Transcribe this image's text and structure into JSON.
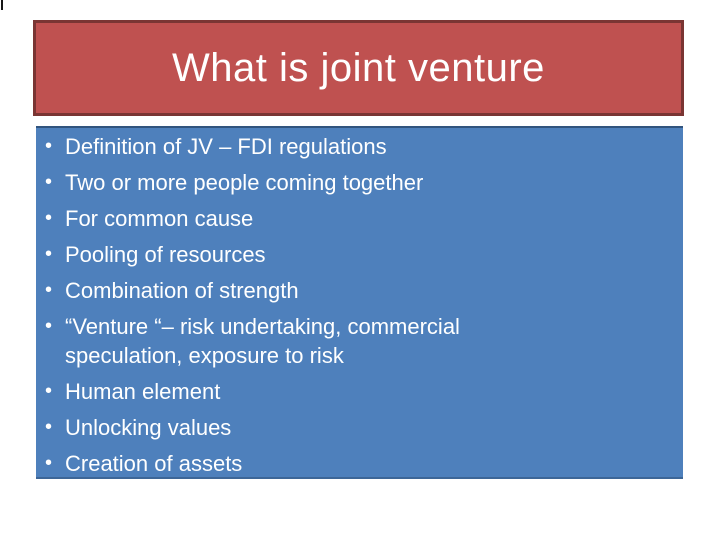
{
  "slide": {
    "title": "What is joint venture",
    "bullets": [
      "Definition of JV – FDI regulations",
      "Two or more people coming together",
      "For common cause",
      "Pooling of resources",
      "Combination of strength",
      "“Venture “– risk undertaking, commercial speculation, exposure to risk",
      "Human element",
      "Unlocking values",
      "Creation of assets"
    ],
    "bullet_glyph": "•"
  },
  "colors": {
    "banner_fill": "#bf5150",
    "banner_border": "#7a3533",
    "panel_fill": "#4e80bc",
    "panel_border_top": "#31547e",
    "panel_border_bottom": "#3d6697",
    "text": "#ffffff"
  }
}
